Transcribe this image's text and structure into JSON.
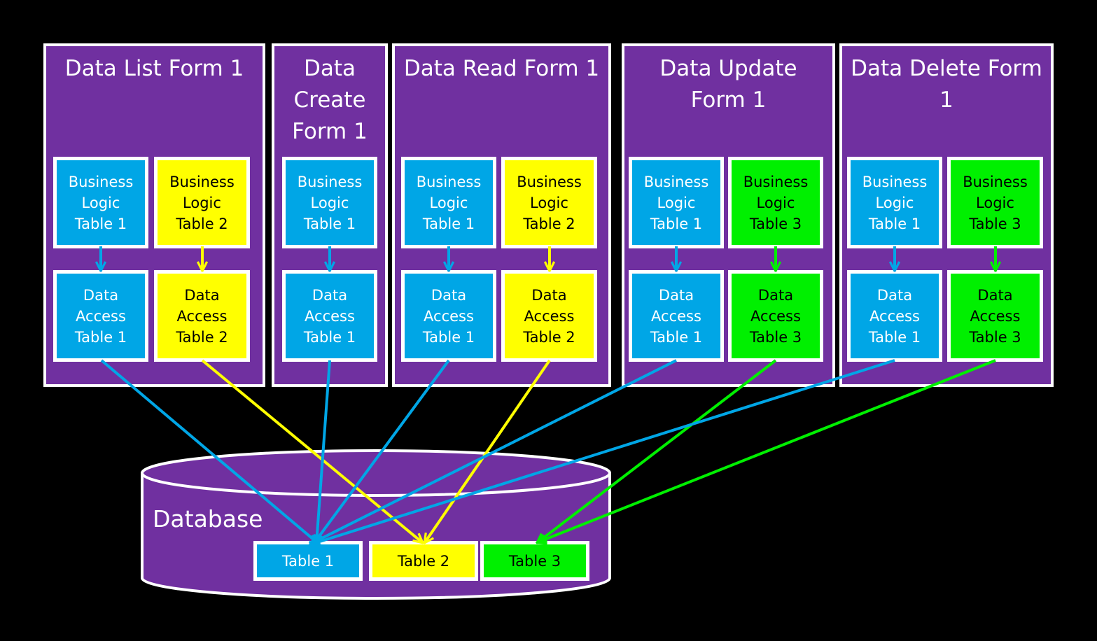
{
  "forms": [
    {
      "title": "Data List Form 1",
      "boxes": [
        {
          "text": "Business\nLogic\nTable 1",
          "color": "blue"
        },
        {
          "text": "Business\nLogic\nTable 2",
          "color": "yellow"
        },
        {
          "text": "Data\nAccess\nTable 1",
          "color": "blue"
        },
        {
          "text": "Data\nAccess\nTable 2",
          "color": "yellow"
        }
      ]
    },
    {
      "title": "Data\nCreate\nForm 1",
      "boxes": [
        {
          "text": "Business\nLogic\nTable 1",
          "color": "blue"
        },
        {
          "text": "Data\nAccess\nTable 1",
          "color": "blue"
        }
      ]
    },
    {
      "title": "Data Read Form 1",
      "boxes": [
        {
          "text": "Business\nLogic\nTable 1",
          "color": "blue"
        },
        {
          "text": "Business\nLogic\nTable 2",
          "color": "yellow"
        },
        {
          "text": "Data\nAccess\nTable 1",
          "color": "blue"
        },
        {
          "text": "Data\nAccess\nTable 2",
          "color": "yellow"
        }
      ]
    },
    {
      "title": "Data Update\nForm 1",
      "boxes": [
        {
          "text": "Business\nLogic\nTable 1",
          "color": "blue"
        },
        {
          "text": "Business\nLogic\nTable 3",
          "color": "green"
        },
        {
          "text": "Data\nAccess\nTable 1",
          "color": "blue"
        },
        {
          "text": "Data\nAccess\nTable 3",
          "color": "green"
        }
      ]
    },
    {
      "title": "Data Delete Form\n1",
      "boxes": [
        {
          "text": "Business\nLogic\nTable 1",
          "color": "blue"
        },
        {
          "text": "Business\nLogic\nTable 3",
          "color": "green"
        },
        {
          "text": "Data\nAccess\nTable 1",
          "color": "blue"
        },
        {
          "text": "Data\nAccess\nTable 3",
          "color": "green"
        }
      ]
    }
  ],
  "database": {
    "label": "Database",
    "tables": [
      {
        "text": "Table 1",
        "color": "blue"
      },
      {
        "text": "Table 2",
        "color": "yellow"
      },
      {
        "text": "Table 3",
        "color": "green"
      }
    ]
  },
  "colors": {
    "background": "#000000",
    "panel": "#7030a0",
    "border": "#ffffff",
    "blue": "#00a6e6",
    "yellow": "#ffff00",
    "green": "#00f000"
  }
}
